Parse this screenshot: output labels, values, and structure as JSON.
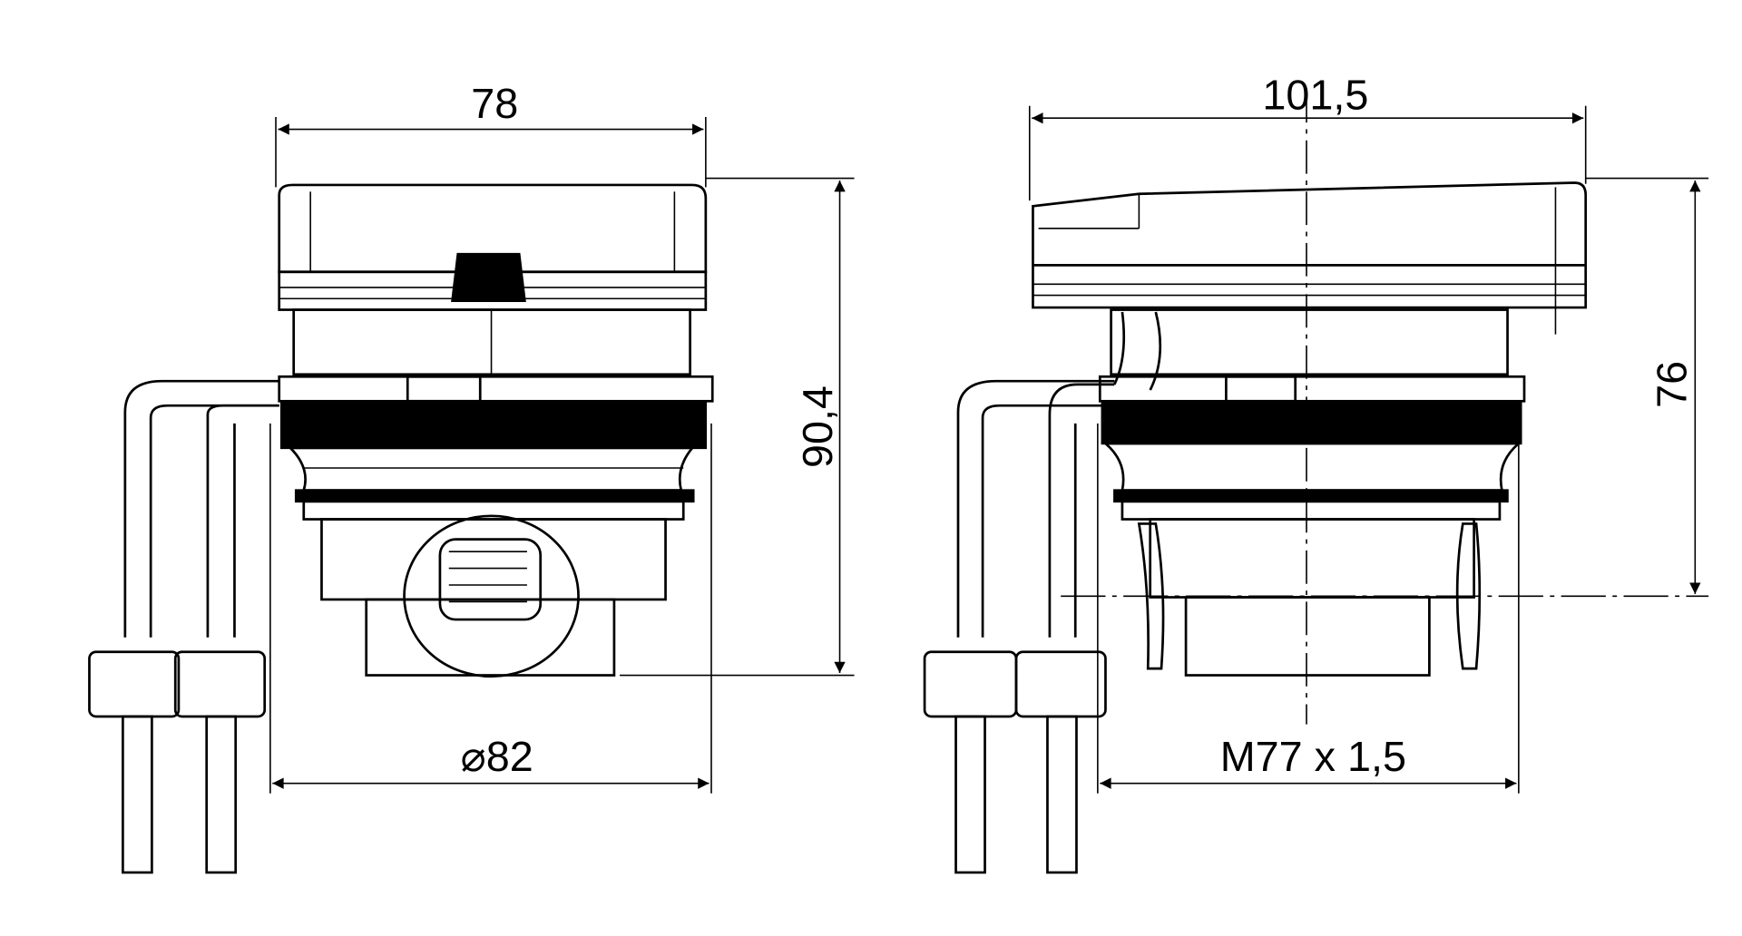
{
  "drawing": {
    "front_view": {
      "width_label": "78",
      "height_label": "90,4",
      "diameter_label": "⌀82"
    },
    "side_view": {
      "width_label": "101,5",
      "height_label": "76",
      "thread_label": "M77 x 1,5"
    }
  }
}
